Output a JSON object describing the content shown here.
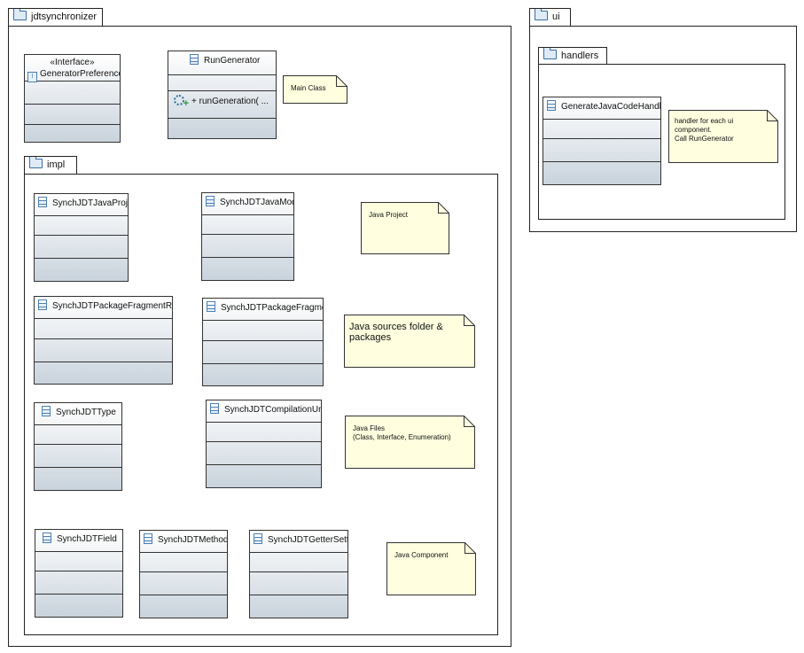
{
  "packages": {
    "jdtsynchronizer": "jdtsynchronizer",
    "impl": "impl",
    "ui": "ui",
    "handlers": "handlers"
  },
  "classes": {
    "generator_preferences": {
      "stereotype": "«Interface»",
      "name": "GeneratorPreferences"
    },
    "run_generator": {
      "name": "RunGenerator",
      "operation": "+ runGeneration( ..."
    },
    "synch_java_project": {
      "name": "SynchJDTJavaProject"
    },
    "synch_java_model": {
      "name": "SynchJDTJavaModel"
    },
    "synch_package_fragment_root": {
      "name": "SynchJDTPackageFragmentRoot"
    },
    "synch_package_fragment": {
      "name": "SynchJDTPackageFragment"
    },
    "synch_type": {
      "name": "SynchJDTType"
    },
    "synch_compilation_unit": {
      "name": "SynchJDTCompilationUnit"
    },
    "synch_field": {
      "name": "SynchJDTField"
    },
    "synch_method": {
      "name": "SynchJDTMethod"
    },
    "synch_getter_setter": {
      "name": "SynchJDTGetterSetter"
    },
    "generate_java_code_handler": {
      "name": "GenerateJavaCodeHandler"
    }
  },
  "notes": {
    "main_class": "Main Class",
    "java_project": "Java Project",
    "java_sources": "Java sources folder &\npackages",
    "java_files": "Java Files\n(Class, Interface, Enumeration)",
    "java_component": "Java Component",
    "handler_note": "handler for each ui component.\nCall RunGenerator"
  },
  "colors": {
    "note_fill": "#ffffe0",
    "class_gradient_top": "#ffffff",
    "class_gradient_bottom": "#c9d3dc",
    "icon_blue": "#4d7fb5"
  }
}
